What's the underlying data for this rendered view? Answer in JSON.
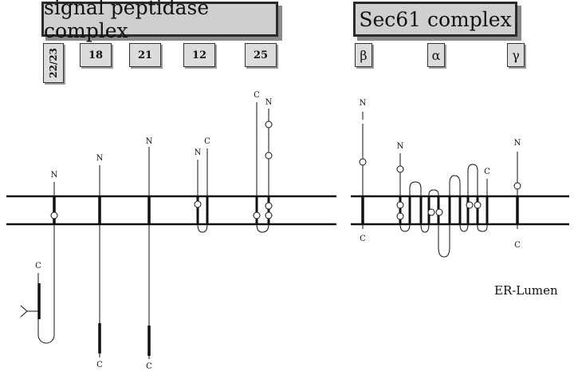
{
  "spc": {
    "title": "signal peptidase complex",
    "subunits": [
      "22/23",
      "18",
      "21",
      "12",
      "25"
    ]
  },
  "sec61": {
    "title": "Sec61 complex",
    "subunits": [
      "β",
      "α",
      "γ"
    ]
  },
  "topology_labels": {
    "n": "N",
    "c": "C"
  },
  "lumen_label": "ER-Lumen",
  "colors": {
    "box_fill": "#cfcfcf",
    "shadow": "#8a8a8a",
    "line": "#111111"
  }
}
